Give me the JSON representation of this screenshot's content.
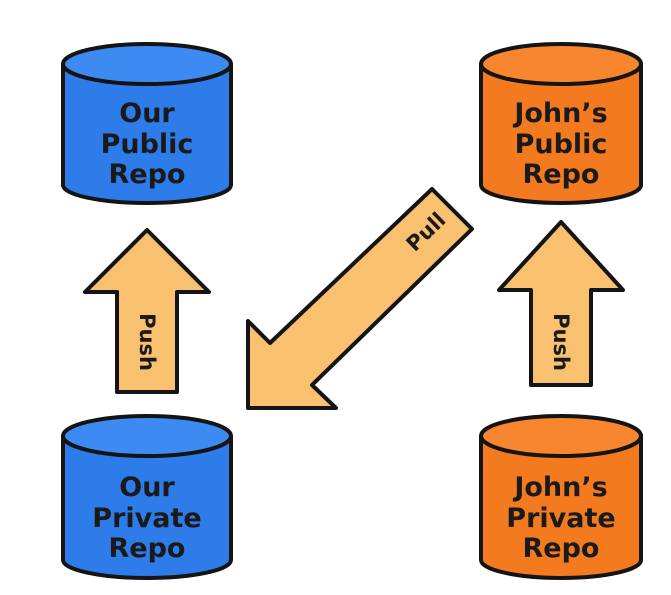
{
  "diagram": {
    "colors": {
      "our_repo": "#2E7BEA",
      "john_repo": "#F47A20",
      "arrow": "#F9C070",
      "outline": "#141414"
    },
    "repos": {
      "our_public": {
        "line1": "Our",
        "line2": "Public",
        "line3": "Repo"
      },
      "john_public": {
        "line1": "John’s",
        "line2": "Public",
        "line3": "Repo"
      },
      "our_private": {
        "line1": "Our",
        "line2": "Private",
        "line3": "Repo"
      },
      "john_private": {
        "line1": "John’s",
        "line2": "Private",
        "line3": "Repo"
      }
    },
    "arrows": {
      "left_push": "Push",
      "right_push": "Push",
      "pull": "Pull"
    }
  }
}
